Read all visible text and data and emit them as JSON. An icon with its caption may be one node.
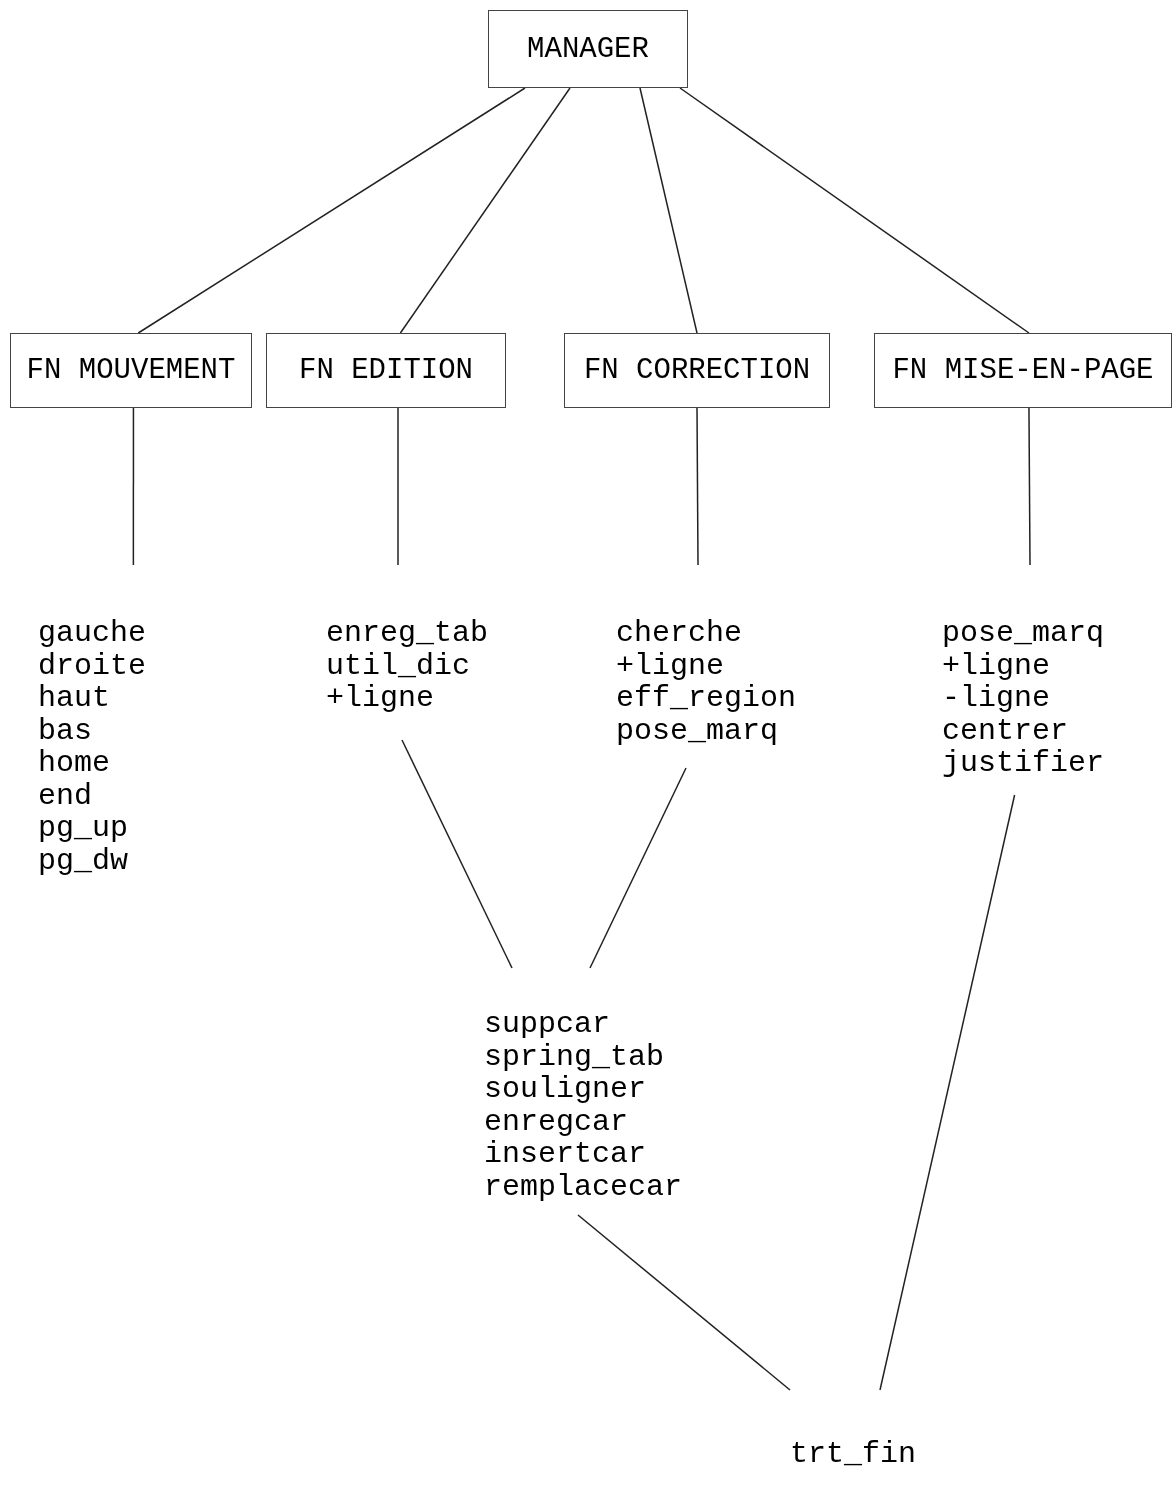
{
  "diagram": {
    "nodes": [
      {
        "text": [
          "MANAGER"
        ]
      },
      {
        "text": [
          "FN MOUVEMENT"
        ]
      },
      {
        "text": [
          "FN EDITION"
        ]
      },
      {
        "text": [
          "FN CORRECTION"
        ]
      },
      {
        "text": [
          "FN MISE-EN-PAGE"
        ]
      },
      {
        "text": [
          "gauche",
          "droite",
          "haut",
          "bas",
          "home",
          "end",
          "pg_up",
          "pg_dw"
        ]
      },
      {
        "text": [
          "enreg_tab",
          "util_dic",
          "+ligne"
        ]
      },
      {
        "text": [
          "cherche",
          "+ligne",
          "eff_region",
          "pose_marq"
        ]
      },
      {
        "text": [
          "pose_marq",
          "+ligne",
          "-ligne",
          "centrer",
          "justifier"
        ]
      },
      {
        "text": [
          "suppcar",
          "spring_tab",
          "souligner",
          "enregcar",
          "insertcar",
          "remplacecar"
        ]
      },
      {
        "text": [
          "trt_fin"
        ]
      }
    ],
    "edges": [
      {
        "from": 0,
        "to": 1,
        "arrow": "none"
      },
      {
        "from": 0,
        "to": 2,
        "arrow": "none"
      },
      {
        "from": 0,
        "to": 3,
        "arrow": "none"
      },
      {
        "from": 0,
        "to": 4,
        "arrow": "none"
      },
      {
        "from": 1,
        "to": 5,
        "arrow": "none"
      },
      {
        "from": 2,
        "to": 6,
        "arrow": "none"
      },
      {
        "from": 3,
        "to": 7,
        "arrow": "none"
      },
      {
        "from": 4,
        "to": 8,
        "arrow": "none"
      },
      {
        "from": 6,
        "to": 9,
        "arrow": "none"
      },
      {
        "from": 7,
        "to": 9,
        "arrow": "none"
      },
      {
        "from": 9,
        "to": 10,
        "arrow": "none"
      },
      {
        "from": 8,
        "to": 10,
        "arrow": "none"
      }
    ]
  }
}
